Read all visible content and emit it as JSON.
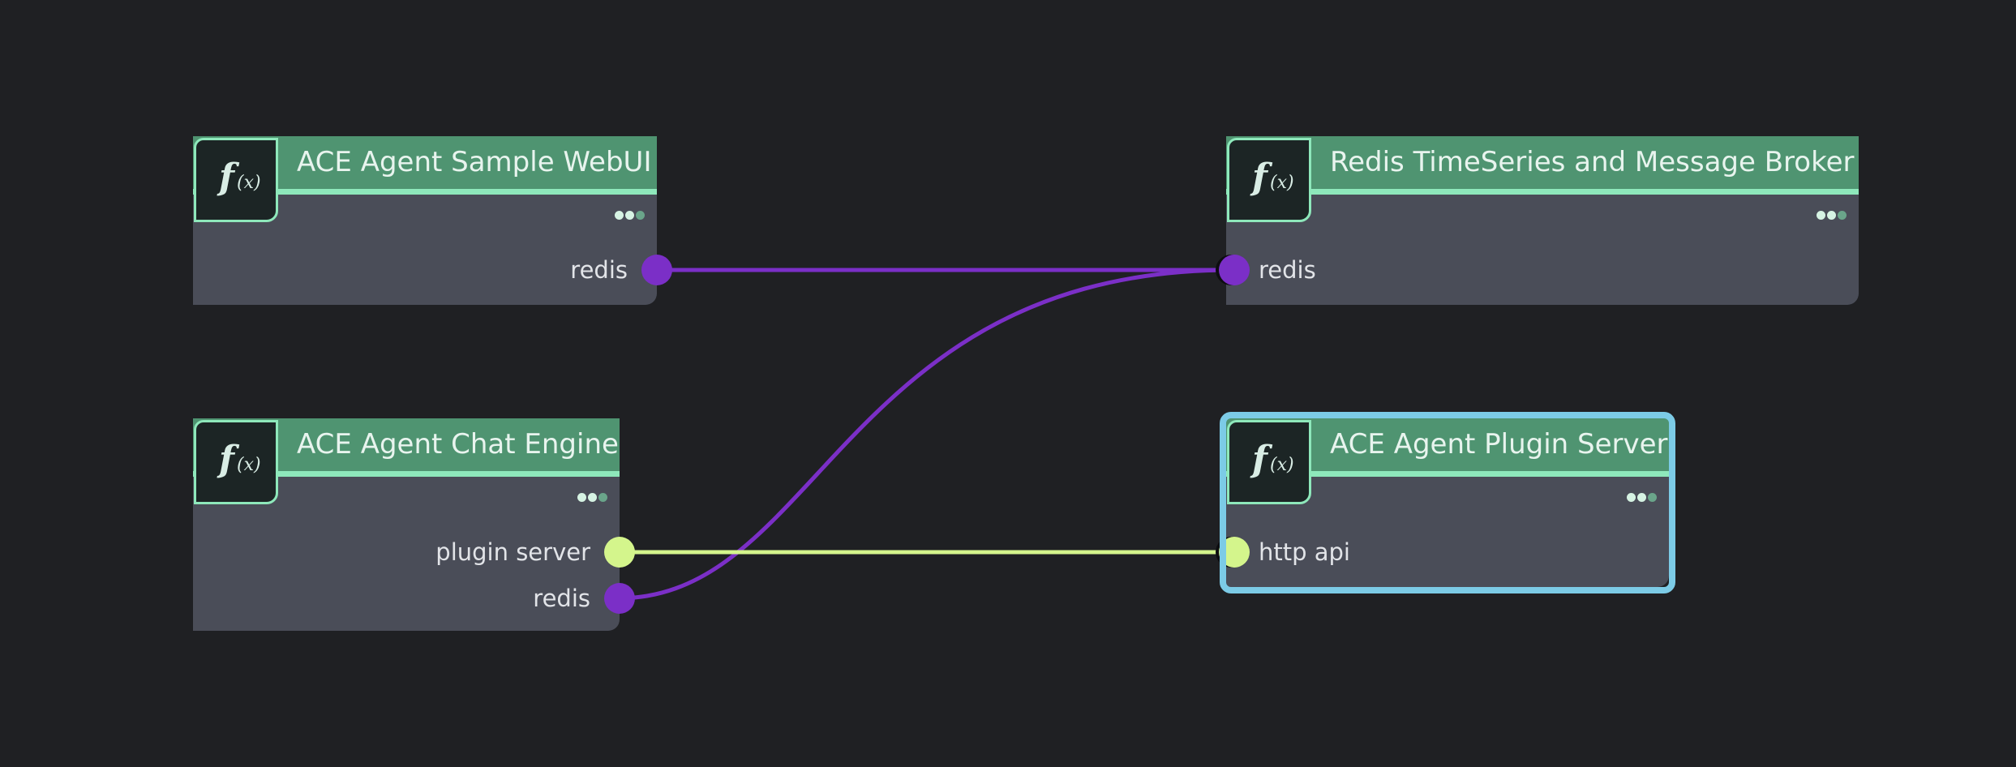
{
  "colors": {
    "background": "#1f2023",
    "header": "#4f9471",
    "header_accent": "#8ee8bb",
    "node_body": "#4a4d58",
    "redis_port": "#7b2fc7",
    "http_port": "#d4f58c",
    "selection": "#7ccbe6"
  },
  "nodes": {
    "webui": {
      "title": "ACE Agent Sample WebUI",
      "icon": "function-icon",
      "outputs": {
        "redis": "redis"
      }
    },
    "broker": {
      "title": "Redis TimeSeries and Message Broker",
      "icon": "function-icon",
      "inputs": {
        "redis": "redis"
      }
    },
    "chat": {
      "title": "ACE Agent Chat Engine",
      "icon": "function-icon",
      "outputs": {
        "plugin_server": "plugin server",
        "redis": "redis"
      }
    },
    "plugin": {
      "title": "ACE Agent Plugin Server",
      "icon": "function-icon",
      "selected": true,
      "inputs": {
        "http_api": "http api"
      }
    }
  },
  "func_icon": {
    "f": "f",
    "x": "(x)"
  },
  "connections": [
    {
      "from": "webui.redis",
      "to": "broker.redis",
      "type": "redis"
    },
    {
      "from": "chat.redis",
      "to": "broker.redis",
      "type": "redis"
    },
    {
      "from": "chat.plugin_server",
      "to": "plugin.http_api",
      "type": "http"
    }
  ]
}
